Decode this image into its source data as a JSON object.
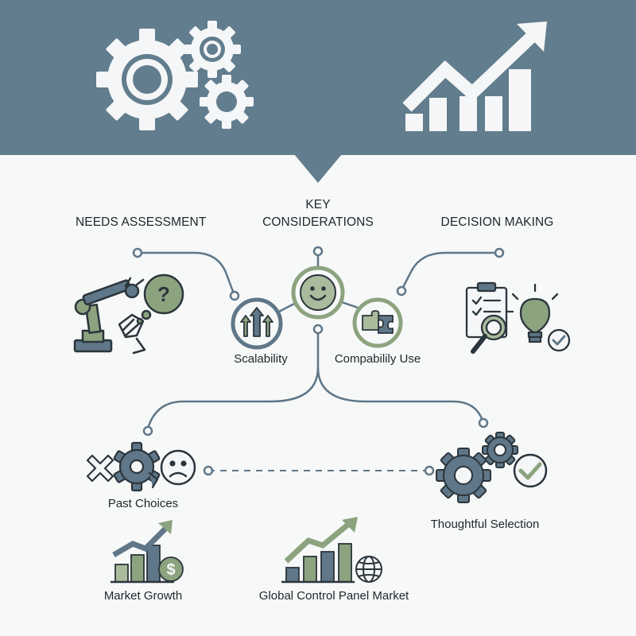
{
  "colors": {
    "banner": "#627d8d",
    "background": "#f7f8f8",
    "slate": "#5f7788",
    "slate_dark": "#4d6473",
    "sage": "#8ca37f",
    "sage_light": "#a9bb9c",
    "ink": "#2b353c"
  },
  "banner": {
    "left_icon": "gears-icon",
    "right_icon": "growth-bar-chart-icon"
  },
  "headings": {
    "needs_assessment": "NEEDS ASSESSMENT",
    "key_considerations_line1": "KEY",
    "key_considerations_line2": "CONSIDERATIONS",
    "decision_making": "DECISION MAKING"
  },
  "nodes": {
    "scalability": "Scalability",
    "compatibility": "Compabilily Use",
    "past_choices": "Past Choices",
    "thoughtful_selection": "Thoughtful Selection",
    "market_growth": "Market Growth",
    "global_market": "Global Control Panel Market"
  },
  "icons": {
    "needs_assessment": "robot-arm-question-icon",
    "center": "smiley-face-icon",
    "scalability": "arrows-up-icon",
    "compatibility": "puzzle-piece-icon",
    "decision_making": "checklist-magnifier-lightbulb-icon",
    "past_choices": "cross-gear-sad-face-icon",
    "thoughtful_selection": "gears-checkmark-icon",
    "market_growth": "bar-chart-dollar-icon",
    "global_market": "bar-chart-globe-icon"
  }
}
